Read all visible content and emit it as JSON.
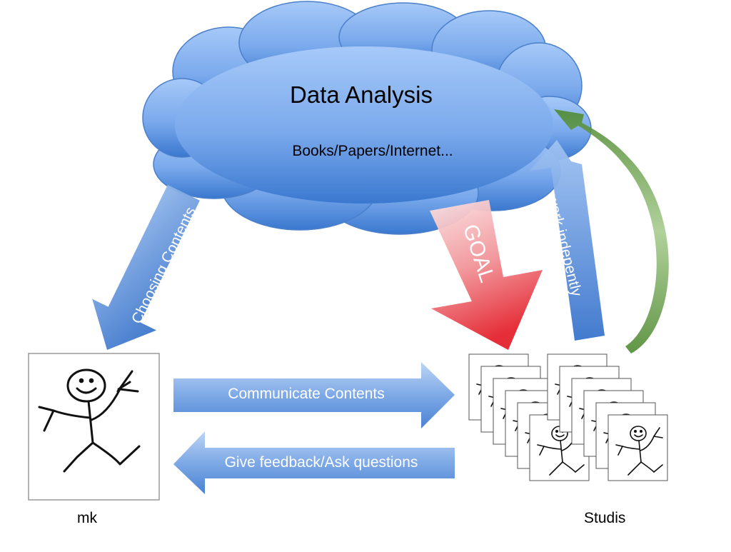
{
  "cloud": {
    "title": "Data Analysis",
    "subtitle": "Books/Papers/Internet..."
  },
  "arrows": {
    "choosing": "Choosing Contents",
    "goal": "GOAL",
    "work": "work indepently",
    "communicate": "Communicate Contents",
    "feedback": "Give feedback/Ask questions"
  },
  "actors": {
    "teacher": "mk",
    "students": "Studis"
  },
  "colors": {
    "cloud_light": "#9cc2f7",
    "cloud_dark": "#3a78cf",
    "arrow_blue_light": "#a9c8f2",
    "arrow_blue_dark": "#3b76cc",
    "goal_light": "#f8d4d6",
    "goal_dark": "#e8383f",
    "curve_green": "#5a9a3c"
  },
  "student_count": 12
}
